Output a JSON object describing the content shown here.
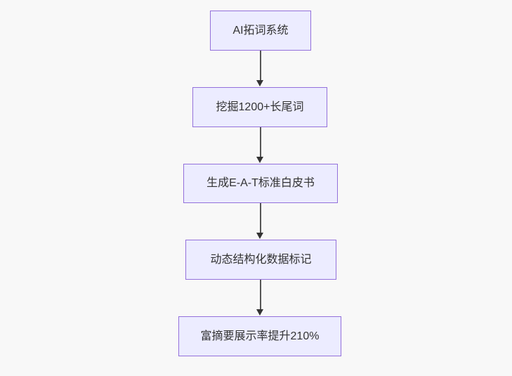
{
  "diagram": {
    "type": "flowchart",
    "direction": "top-down",
    "nodes": [
      {
        "id": "node-1",
        "label": "AI拓词系统"
      },
      {
        "id": "node-2",
        "label": "挖掘1200+长尾词"
      },
      {
        "id": "node-3",
        "label": "生成E-A-T标准白皮书"
      },
      {
        "id": "node-4",
        "label": "动态结构化数据标记"
      },
      {
        "id": "node-5",
        "label": "富摘要展示率提升210%"
      }
    ],
    "edges": [
      {
        "from": "node-1",
        "to": "node-2",
        "style": "arrow-down"
      },
      {
        "from": "node-2",
        "to": "node-3",
        "style": "arrow-down"
      },
      {
        "from": "node-3",
        "to": "node-4",
        "style": "arrow-down"
      },
      {
        "from": "node-4",
        "to": "node-5",
        "style": "arrow-down"
      }
    ],
    "colors": {
      "node_fill": "#ececff",
      "node_border": "#9370db",
      "edge_line": "#555555",
      "arrowhead": "#333333",
      "text": "#333333",
      "background": "#f8f8f8"
    }
  }
}
